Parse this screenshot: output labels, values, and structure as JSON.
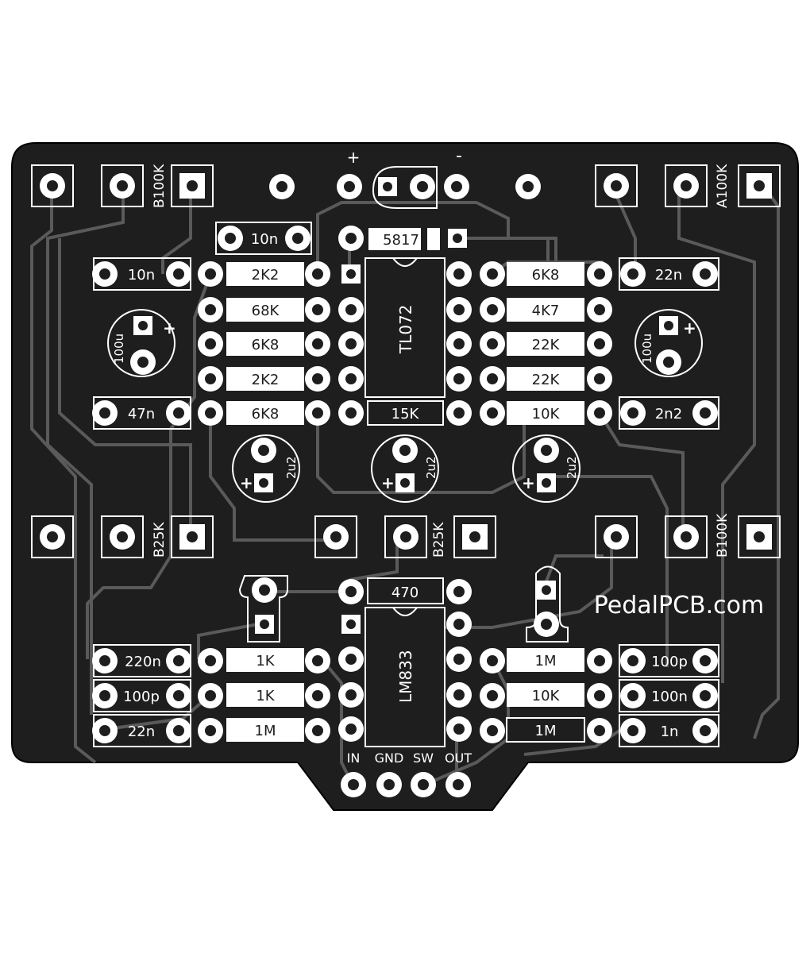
{
  "board": {
    "website": "PedalPCB.com",
    "power_labels": {
      "plus": "+",
      "minus": "-"
    },
    "pots": {
      "top_left": "B100K",
      "top_right": "A100K",
      "mid_left": "B25K",
      "mid_center": "B25K",
      "mid_right": "B100K"
    },
    "ics": {
      "top": "TL072",
      "bottom": "LM833"
    },
    "diode": "5817",
    "io_labels": {
      "in": "IN",
      "gnd": "GND",
      "sw": "SW",
      "out": "OUT"
    },
    "caps": {
      "c_top_10n": "10n",
      "c_left_10n": "10n",
      "c_left_47n": "47n",
      "c_right_22n": "22n",
      "c_right_2n2": "2n2",
      "c_bl_220n": "220n",
      "c_bl_100p": "100p",
      "c_bl_22n": "22n",
      "c_br_100p": "100p",
      "c_br_100n": "100n",
      "c_br_1n": "1n"
    },
    "resistors": {
      "r_l1": "2K2",
      "r_l2": "68K",
      "r_l3": "6K8",
      "r_l4": "2K2",
      "r_l5": "6K8",
      "r_r1": "6K8",
      "r_r2": "4K7",
      "r_r3": "22K",
      "r_r4": "22K",
      "r_r5": "10K",
      "r_center_15k": "15K",
      "r_470": "470",
      "r_bl1": "1K",
      "r_bl2": "1K",
      "r_bl3": "1M",
      "r_br1": "1M",
      "r_br2": "10K",
      "r_br3": "1M"
    },
    "electrolytics": {
      "e_left": "100u",
      "e_right": "100u",
      "e_m1": "2u2",
      "e_m2": "2u2",
      "e_m3": "2u2"
    },
    "polarity": "+"
  },
  "colors": {
    "board": "#1e1e1e",
    "silk": "#ffffff",
    "trace": "#5a5a5a",
    "background": "#ffffff"
  }
}
